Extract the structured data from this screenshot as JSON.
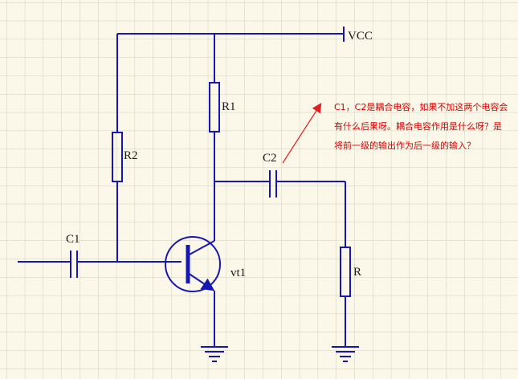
{
  "labels": {
    "vcc": "VCC",
    "r1": "R1",
    "r2": "R2",
    "c1": "C1",
    "c2": "C2",
    "transistor": "vt1",
    "load": "R"
  },
  "annotation": {
    "lines": [
      "C1，C2是耦合电容，如果不加这两个电容会",
      "有什么后果呀。耦合电容作用是什么呀？是",
      "将前一级的输出作为后一级的输入？"
    ]
  },
  "colors": {
    "background": "#fbf8e9",
    "grid": "#cfcfbf",
    "wire": "#1616b4",
    "annotation": "#d40000"
  }
}
